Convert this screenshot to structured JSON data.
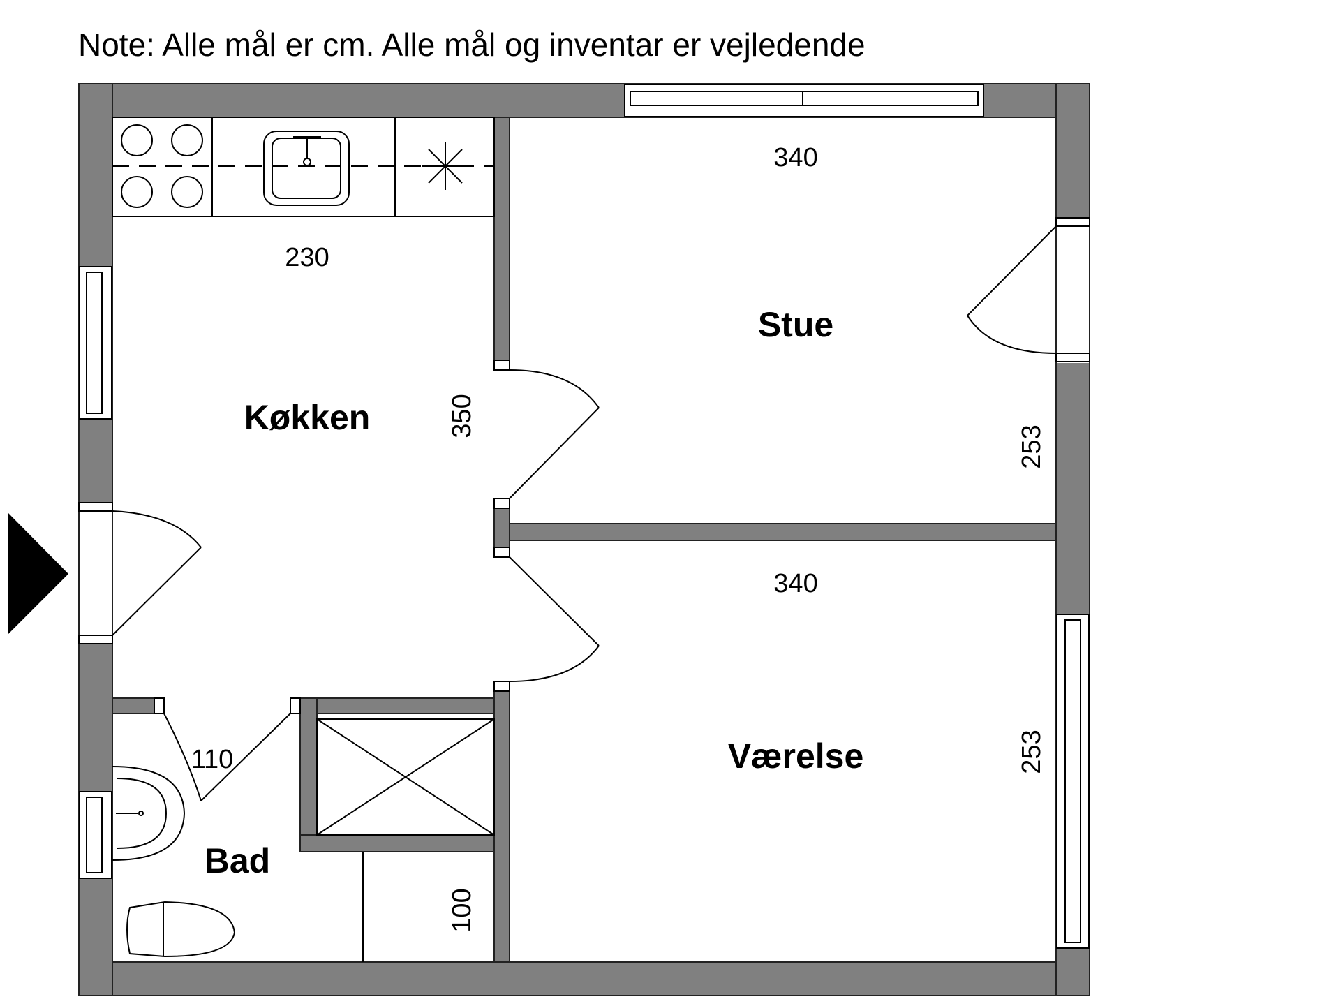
{
  "note": "Note: Alle mål er cm. Alle mål og inventar er vejledende",
  "rooms": {
    "kitchen": {
      "name": "Køkken",
      "width": "230",
      "depth": "350"
    },
    "living": {
      "name": "Stue",
      "width": "340",
      "depth": "253"
    },
    "bedroom": {
      "name": "Værelse",
      "width": "340",
      "depth": "253"
    },
    "bath": {
      "name": "Bad",
      "width": "110",
      "depth": "100"
    }
  },
  "colors": {
    "wall": "#808080",
    "line": "#000000",
    "background": "#ffffff"
  }
}
